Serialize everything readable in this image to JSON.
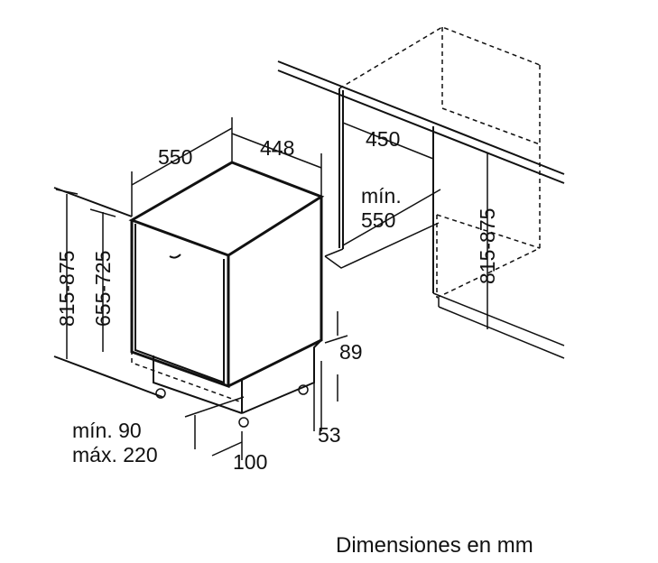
{
  "diagram": {
    "dimensions": {
      "width": "550",
      "depth": "448",
      "height_range": "815-875",
      "panel_height_range": "655-725",
      "plinth_height": "89",
      "plinth_min_max_a": "mín. 90",
      "plinth_min_max_b": "máx. 220",
      "foot_gap": "100",
      "plinth_depth": "53",
      "niche_depth_offset": "450",
      "niche_min_a": "mín.",
      "niche_min_b": "550",
      "niche_height_range": "815-875"
    },
    "caption": "Dimensiones en mm"
  }
}
